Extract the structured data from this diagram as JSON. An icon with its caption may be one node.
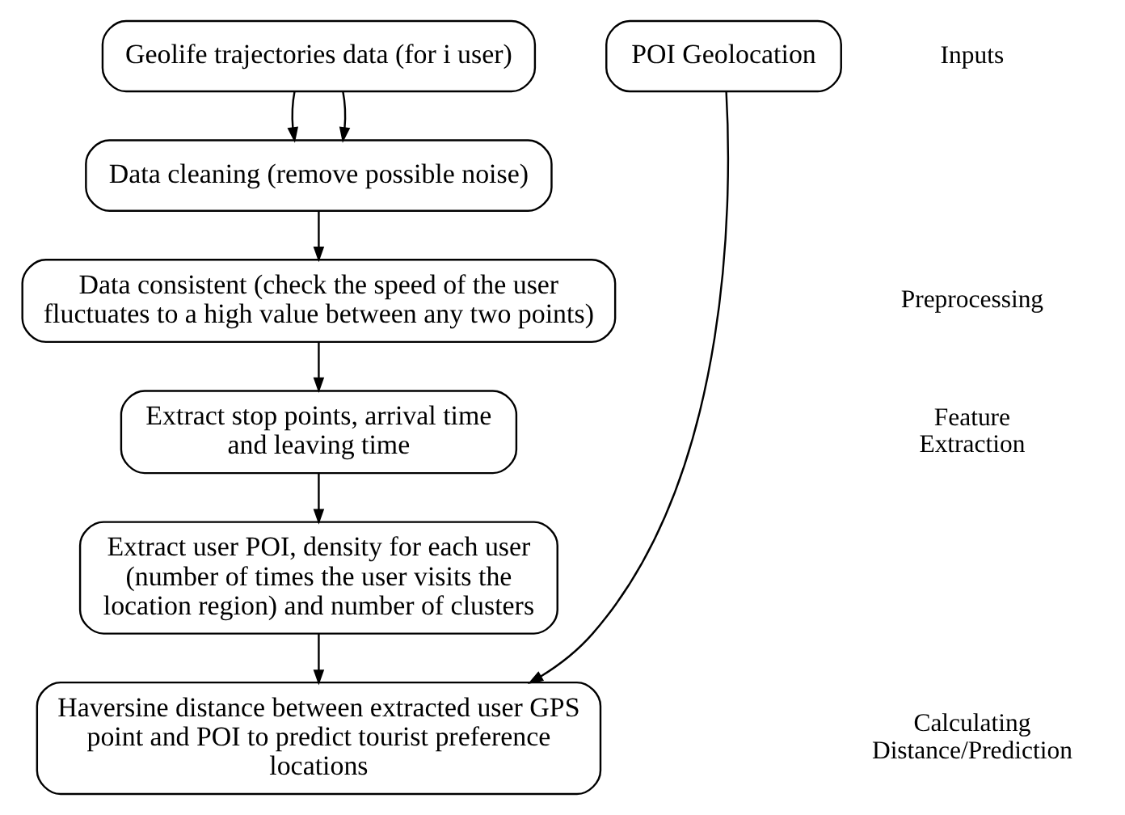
{
  "diagram": {
    "nodes": [
      {
        "text": [
          "Geolife trajectories data (for i user)"
        ]
      },
      {
        "text": [
          "POI Geolocation"
        ]
      },
      {
        "text": [
          "Data cleaning (remove possible noise)"
        ]
      },
      {
        "text": [
          "Data consistent (check the speed of the user fluctuates to a high value between any two points)"
        ]
      },
      {
        "text": [
          "Extract stop points, arrival time and leaving time"
        ]
      },
      {
        "text": [
          "Extract user POI, density for each user (number of times the user visits the location region) and number of clusters"
        ]
      },
      {
        "text": [
          "Haversine distance between extracted user GPS point and POI to predict tourist preference locations"
        ]
      }
    ],
    "edges": [
      {
        "from": 0,
        "to": 2,
        "arrow": "to"
      },
      {
        "from": 0,
        "to": 2,
        "arrow": "to"
      },
      {
        "from": 2,
        "to": 3,
        "arrow": "to"
      },
      {
        "from": 3,
        "to": 4,
        "arrow": "to"
      },
      {
        "from": 4,
        "to": 5,
        "arrow": "to"
      },
      {
        "from": 1,
        "to": 6,
        "arrow": "to"
      },
      {
        "from": 5,
        "to": 6,
        "arrow": "to"
      }
    ],
    "labels": [
      "Inputs",
      "Preprocessing",
      "Feature Extraction",
      "Calculating Distance/Prediction"
    ]
  }
}
